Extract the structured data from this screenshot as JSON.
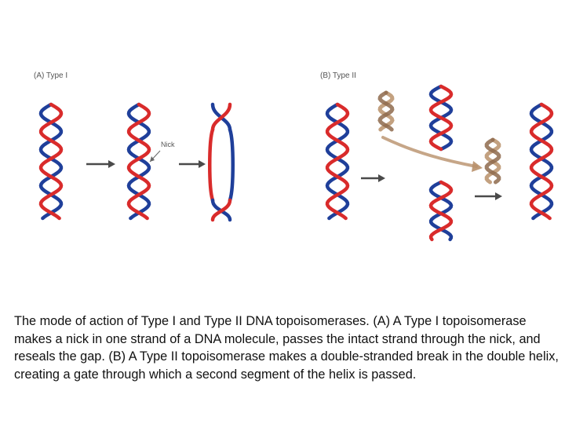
{
  "panels": {
    "a_label": "(A) Type I",
    "b_label": "(B) Type II"
  },
  "annotations": {
    "nick": "Nick"
  },
  "colors": {
    "strand_red": "#d92b2b",
    "strand_blue": "#1f3f9a",
    "arrow": "#4a4a4a",
    "helix_tan": "#b8906a"
  },
  "caption": "The mode of action of Type I and Type II DNA topoisomerases. (A) A Type I topoisomerase makes a nick in one strand of a DNA molecule, passes the intact strand through the nick, and reseals the gap. (B) A Type II topoisomerase makes a double-stranded break in the double helix, creating a gate through which a second segment of the helix is passed."
}
